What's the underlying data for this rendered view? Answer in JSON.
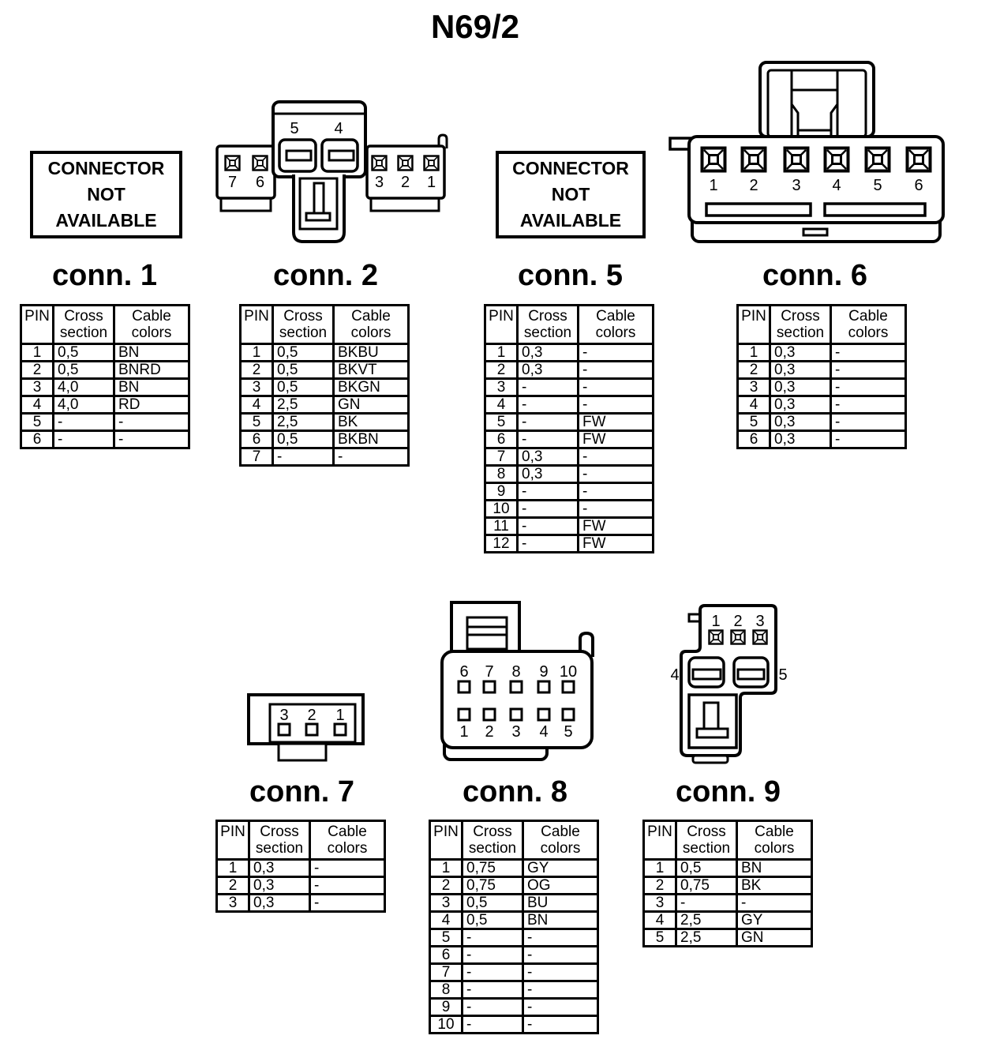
{
  "title": "N69/2",
  "not_available": [
    "CONNECTOR",
    "NOT",
    "AVAILABLE"
  ],
  "header": {
    "pin": "PIN",
    "cross_line1": "Cross",
    "cross_line2": "section",
    "cable_line1": "Cable",
    "cable_line2": "colors"
  },
  "colors": {
    "ink": "#000000",
    "paper": "#ffffff"
  },
  "connectors": {
    "conn1": {
      "caption": "conn. 1",
      "not_available": true,
      "rows": [
        [
          "1",
          "0,5",
          "BN"
        ],
        [
          "2",
          "0,5",
          "BNRD"
        ],
        [
          "3",
          "4,0",
          "BN"
        ],
        [
          "4",
          "4,0",
          "RD"
        ],
        [
          "5",
          "-",
          "-"
        ],
        [
          "6",
          "-",
          "-"
        ]
      ]
    },
    "conn2": {
      "caption": "conn. 2",
      "pins": [
        "5",
        "4",
        "7",
        "6",
        "3",
        "2",
        "1"
      ],
      "rows": [
        [
          "1",
          "0,5",
          "BKBU"
        ],
        [
          "2",
          "0,5",
          "BKVT"
        ],
        [
          "3",
          "0,5",
          "BKGN"
        ],
        [
          "4",
          "2,5",
          "GN"
        ],
        [
          "5",
          "2,5",
          "BK"
        ],
        [
          "6",
          "0,5",
          "BKBN"
        ],
        [
          "7",
          "-",
          "-"
        ]
      ]
    },
    "conn5": {
      "caption": "conn. 5",
      "not_available": true,
      "rows": [
        [
          "1",
          "0,3",
          "-"
        ],
        [
          "2",
          "0,3",
          "-"
        ],
        [
          "3",
          "-",
          "-"
        ],
        [
          "4",
          "-",
          "-"
        ],
        [
          "5",
          "-",
          "FW"
        ],
        [
          "6",
          "-",
          "FW"
        ],
        [
          "7",
          "0,3",
          "-"
        ],
        [
          "8",
          "0,3",
          "-"
        ],
        [
          "9",
          "-",
          "-"
        ],
        [
          "10",
          "-",
          "-"
        ],
        [
          "11",
          "-",
          "FW"
        ],
        [
          "12",
          "-",
          "FW"
        ]
      ]
    },
    "conn6": {
      "caption": "conn. 6",
      "pins": [
        "1",
        "2",
        "3",
        "4",
        "5",
        "6"
      ],
      "rows": [
        [
          "1",
          "0,3",
          "-"
        ],
        [
          "2",
          "0,3",
          "-"
        ],
        [
          "3",
          "0,3",
          "-"
        ],
        [
          "4",
          "0,3",
          "-"
        ],
        [
          "5",
          "0,3",
          "-"
        ],
        [
          "6",
          "0,3",
          "-"
        ]
      ]
    },
    "conn7": {
      "caption": "conn. 7",
      "pins": [
        "3",
        "2",
        "1"
      ],
      "rows": [
        [
          "1",
          "0,3",
          "-"
        ],
        [
          "2",
          "0,3",
          "-"
        ],
        [
          "3",
          "0,3",
          "-"
        ]
      ]
    },
    "conn8": {
      "caption": "conn. 8",
      "pins_top": [
        "6",
        "7",
        "8",
        "9",
        "10"
      ],
      "pins_bottom": [
        "1",
        "2",
        "3",
        "4",
        "5"
      ],
      "rows": [
        [
          "1",
          "0,75",
          "GY"
        ],
        [
          "2",
          "0,75",
          "OG"
        ],
        [
          "3",
          "0,5",
          "BU"
        ],
        [
          "4",
          "0,5",
          "BN"
        ],
        [
          "5",
          "-",
          "-"
        ],
        [
          "6",
          "-",
          "-"
        ],
        [
          "7",
          "-",
          "-"
        ],
        [
          "8",
          "-",
          "-"
        ],
        [
          "9",
          "-",
          "-"
        ],
        [
          "10",
          "-",
          "-"
        ]
      ]
    },
    "conn9": {
      "caption": "conn. 9",
      "pins_top": [
        "1",
        "2",
        "3"
      ],
      "pin_left": "4",
      "pin_right": "5",
      "rows": [
        [
          "1",
          "0,5",
          "BN"
        ],
        [
          "2",
          "0,75",
          "BK"
        ],
        [
          "3",
          "-",
          "-"
        ],
        [
          "4",
          "2,5",
          "GY"
        ],
        [
          "5",
          "2,5",
          "GN"
        ]
      ]
    }
  }
}
